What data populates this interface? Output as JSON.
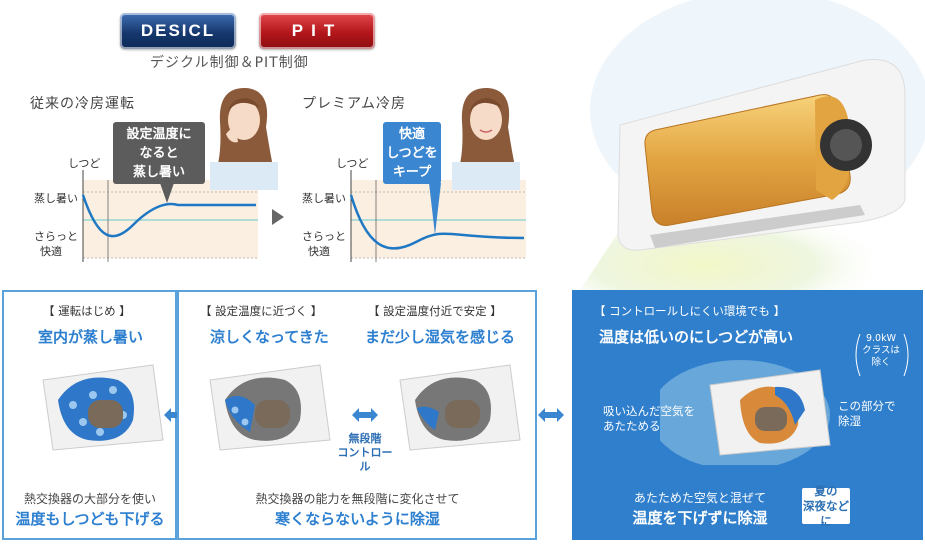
{
  "logos": {
    "desicl": "DESICL",
    "pit": "PIT"
  },
  "caption": "デジクル制御＆PIT制御",
  "left_graph": {
    "title": "従来の冷房運転",
    "y_labels": [
      "しつど",
      "蒸し暑い",
      "さらっと",
      "快適"
    ],
    "callout_lines": [
      "設定温度に",
      "なると",
      "蒸し暑い"
    ]
  },
  "right_graph": {
    "title": "プレミアム冷房",
    "y_labels": [
      "しつど",
      "蒸し暑い",
      "さらっと",
      "快適"
    ],
    "callout_lines": [
      "快適",
      "しつどを",
      "キープ"
    ]
  },
  "steps": [
    {
      "label": "【 運転はじめ 】",
      "title": "室内が蒸し暑い"
    },
    {
      "label": "【 設定温度に近づく 】",
      "title": "涼しくなってきた"
    },
    {
      "label": "【 設定温度付近で安定 】",
      "title": "まだ少し湿気を感じる"
    }
  ],
  "stepless_caption": [
    "無段階",
    "コントロール"
  ],
  "bottom_left": {
    "note": "熱交換器の大部分を使い",
    "strong": "温度もしつども下げる"
  },
  "bottom_mid": {
    "note": "熱交換器の能力を無段階に変化させて",
    "strong": "寒くならないように除湿"
  },
  "blue_panel": {
    "label": "【 コントロールしにくい環境でも 】",
    "title": "温度は低いのにしつどが高い",
    "circle_note": [
      "9.0kW",
      "クラスは",
      "除く"
    ],
    "left_callout": [
      "吸い込んだ空気を",
      "あたためる"
    ],
    "right_callout": [
      "この部分で",
      "除湿"
    ],
    "note": "あたためた空気と混ぜて",
    "strong": "温度を下げずに除湿",
    "badge": [
      "夏の",
      "深夜などに"
    ]
  },
  "colors": {
    "accent": "#2d7fcf",
    "panel_blue": "#2f7fcc",
    "curve": "#1f78c4",
    "gold": "#e2a441"
  }
}
